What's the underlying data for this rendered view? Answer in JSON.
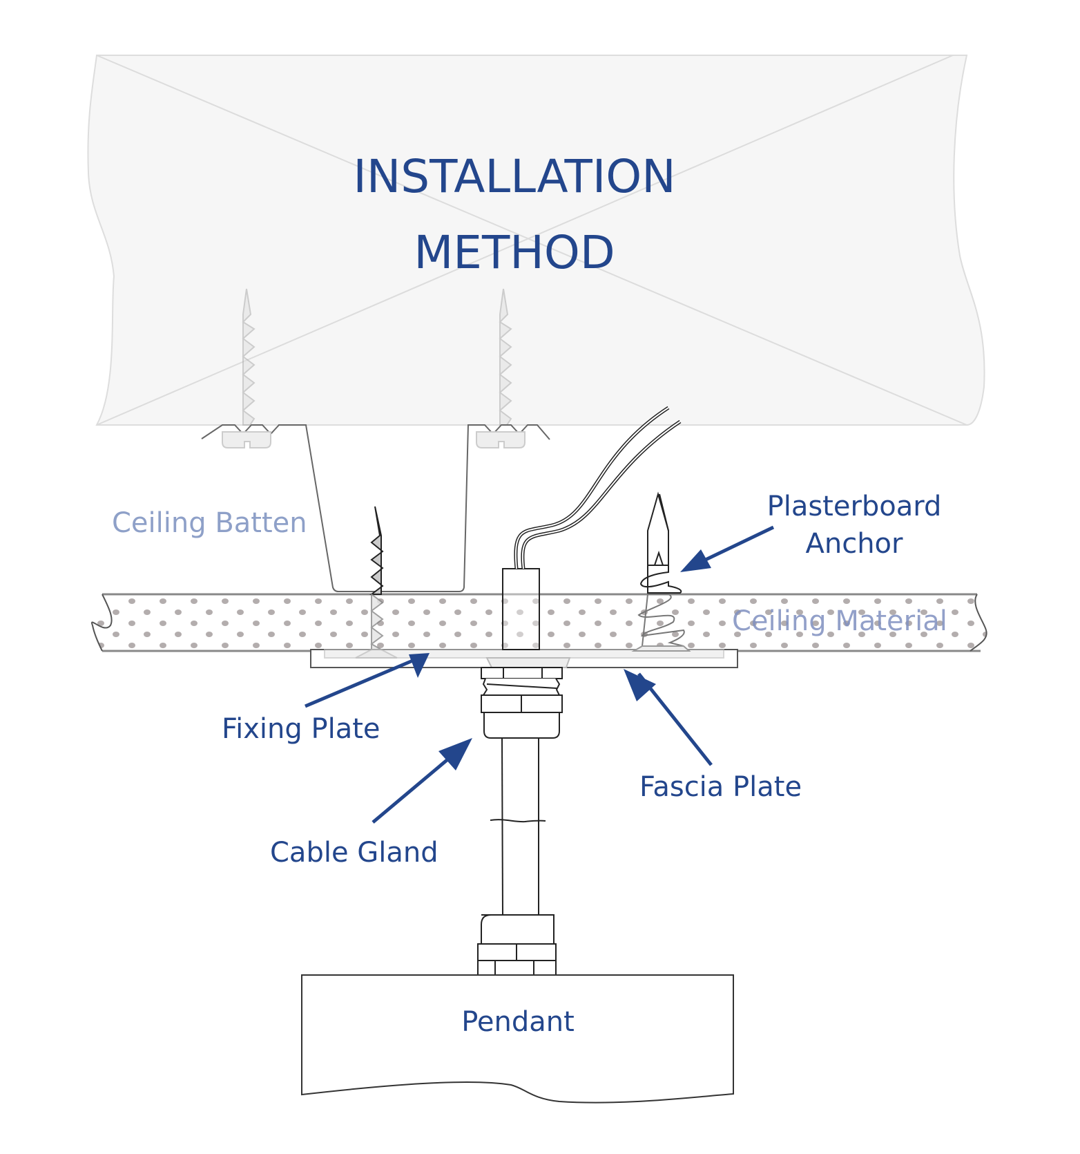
{
  "title": {
    "line1": "INSTALLATION",
    "line2": "METHOD"
  },
  "labels": {
    "ceiling_batten": "Ceiling Batten",
    "plasterboard_anchor_line1": "Plasterboard",
    "plasterboard_anchor_line2": "Anchor",
    "ceiling_material": "Ceiling Material",
    "fixing_plate": "Fixing Plate",
    "fascia_plate": "Fascia Plate",
    "cable_gland": "Cable Gland",
    "pendant": "Pendant"
  },
  "colors": {
    "label_dark": "#23468c",
    "label_light": "#8ea0c8",
    "arrow": "#23468c",
    "joist_fill": "#f6f6f6",
    "joist_stroke": "#dddddd",
    "dot": "#b3adad",
    "line": "#333333"
  }
}
